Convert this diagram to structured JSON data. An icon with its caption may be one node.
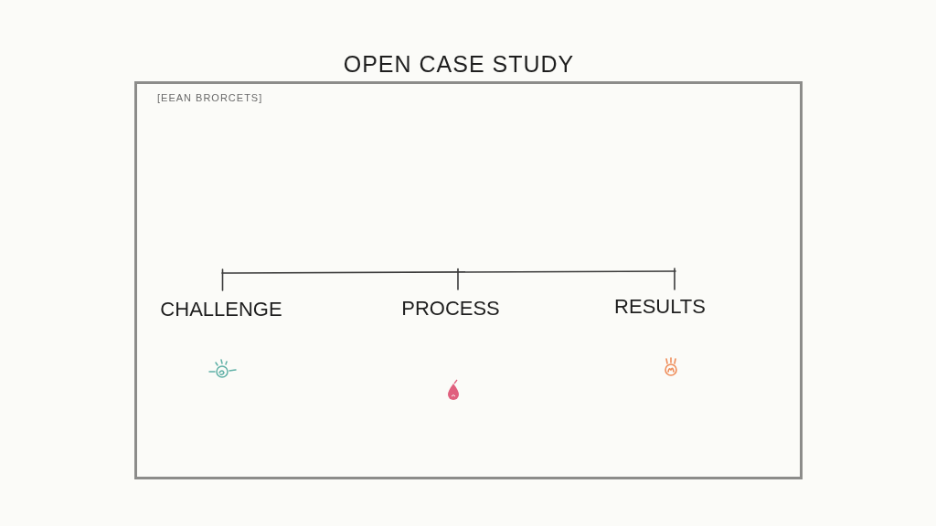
{
  "diagram": {
    "title": "OPEN CASE STUDY",
    "nodes": [
      {
        "text": [
          "[EEAN BRORCETS]"
        ]
      }
    ],
    "labels": [
      "CHALLENGE",
      "PROCESS",
      "RESULTS"
    ]
  }
}
